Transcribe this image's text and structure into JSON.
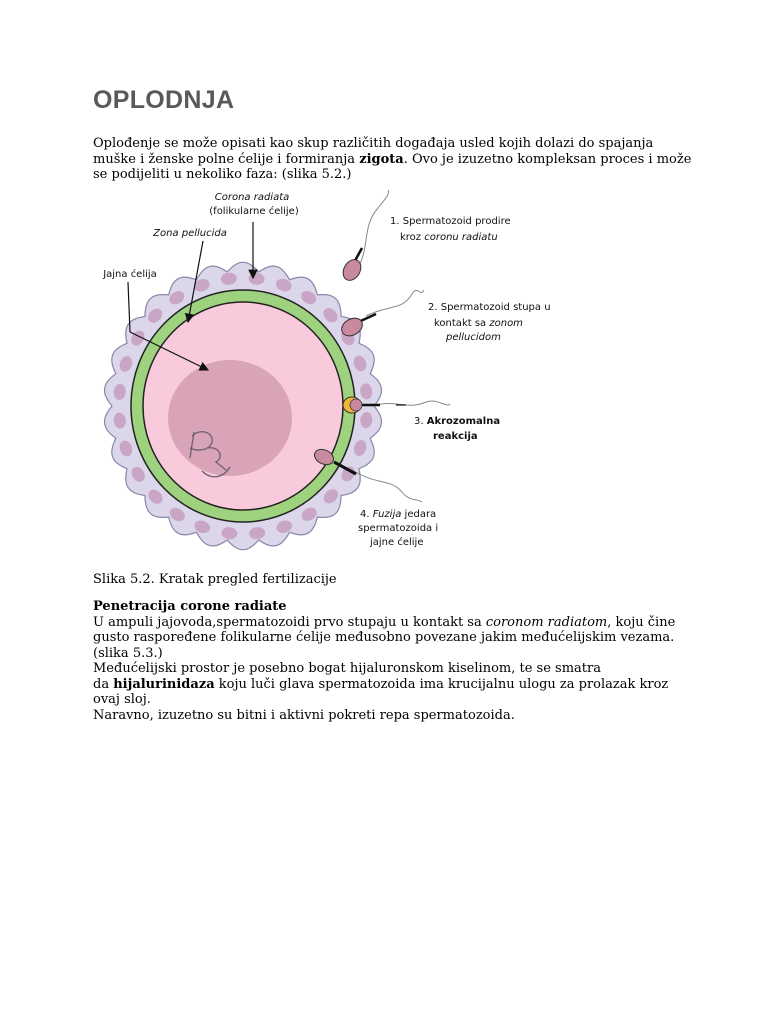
{
  "title": "OPLODNJA",
  "intro": {
    "text1": "Oplođenje se može opisati kao skup različitih događaja usled kojih dolazi do spajanja muške i ženske polne ćelije i formiranja ",
    "bold": "zigota",
    "text2": ". Ovo je izuzetno kompleksan proces i može se podijeliti u nekoliko faza: (slika 5.2.)"
  },
  "figure": {
    "labels": {
      "corona_line1": "Corona radiata",
      "corona_line2": "(folikularne ćelije)",
      "zona": "Zona pellucida",
      "jajna": "Jajna ćelija",
      "step1_line1": "1. Spermatozoid prodire",
      "step1_line2_a": "kroz ",
      "step1_line2_b": "coronu radiatu",
      "step2_line1": "2. Spermatozoid stupa u",
      "step2_line2_a": "kontakt sa ",
      "step2_line2_b": "zonom",
      "step2_line3": "pellucidom",
      "step3_line1_a": "3. ",
      "step3_line1_b": "Akrozomalna",
      "step3_line2": "reakcija",
      "step4_line1_a": "4. ",
      "step4_line1_b": "Fuzija",
      "step4_line1_c": " jedara",
      "step4_line2": "spermatozoida i",
      "step4_line3": "jajne ćelije"
    },
    "colors": {
      "corona": "#dcd6ea",
      "corona_cells": "#c9a6c6",
      "zona": "#9ed27e",
      "cytoplasm": "#f8cadb",
      "nucleus": "#d9a4b8",
      "sperm_head": "#c98aa0",
      "acrosome": "#f0b437"
    }
  },
  "caption": "Slika 5.2. Kratak pregled fertilizacije",
  "section": {
    "heading": "Penetracija corone radiate",
    "p1_a": "U ampuli jajovoda,spermatozoidi prvo stupaju u kontakt sa ",
    "p1_italic": "coronom radiatom",
    "p1_b": ", koju čine gusto raspoređene folikularne ćelije međusobno povezane jakim međućelijskim vezama. (slika 5.3.)",
    "p2": "Međućelijski prostor je posebno bogat hijaluronskom kiselinom, te se smatra",
    "p3_a": "da ",
    "p3_bold": "hijalurinidaza",
    "p3_b": " koju luči glava spermatozoida ima krucijalnu ulogu za prolazak kroz ovaj sloj.",
    "p4": "Naravno, izuzetno su bitni i aktivni pokreti repa spermatozoida."
  }
}
